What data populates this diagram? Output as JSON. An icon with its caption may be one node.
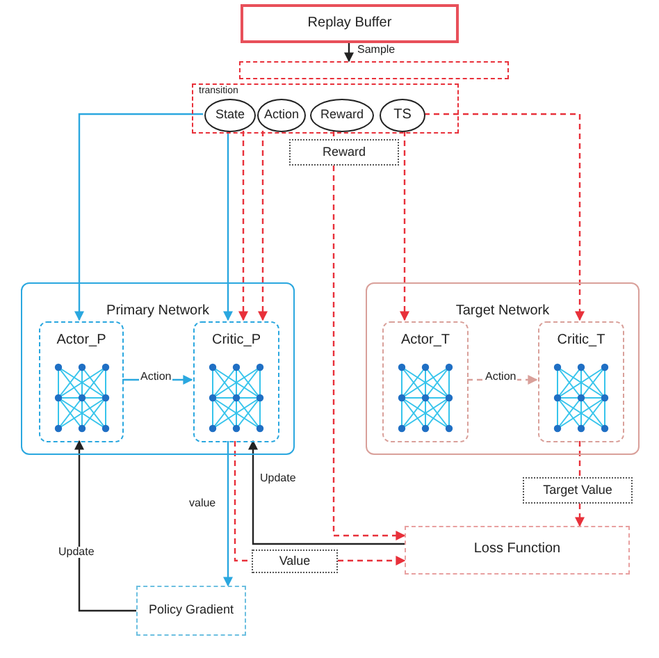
{
  "diagram": {
    "nodes": [
      {
        "text": [
          "Replay Buffer"
        ]
      },
      {
        "text": [],
        "shape": "box"
      },
      {
        "text": [
          "transition"
        ]
      },
      {
        "text": [
          "State"
        ],
        "in": 2
      },
      {
        "text": [
          "Action"
        ],
        "in": 2
      },
      {
        "text": [
          "Reward"
        ],
        "in": 2
      },
      {
        "text": [
          "TS"
        ],
        "in": 2
      },
      {
        "text": [
          "Reward"
        ]
      },
      {
        "text": [
          "Primary Network"
        ]
      },
      {
        "text": [
          "Actor_P"
        ],
        "in": 8
      },
      {
        "text": [
          "Critic_P"
        ],
        "in": 8
      },
      {
        "text": [
          "Target Network"
        ]
      },
      {
        "text": [
          "Actor_T"
        ],
        "in": 11
      },
      {
        "text": [
          "Critic_T"
        ],
        "in": 11
      },
      {
        "text": [
          "Target Value"
        ]
      },
      {
        "text": [
          "Value"
        ]
      },
      {
        "text": [
          "Loss Function"
        ]
      },
      {
        "text": [
          "Policy Gradient"
        ]
      }
    ],
    "edges": [
      {
        "from": 0,
        "to": 1,
        "arrow": "to",
        "label": "Sample",
        "color": "#222222"
      },
      {
        "from": 3,
        "to": 9,
        "arrow": "to",
        "color": "#2aa7df"
      },
      {
        "from": 3,
        "to": 10,
        "arrow": "to",
        "color": "#2aa7df"
      },
      {
        "from": 3,
        "to": 10,
        "arrow": "to",
        "style": "dashed"
      },
      {
        "from": 4,
        "to": 10,
        "arrow": "to",
        "style": "dashed"
      },
      {
        "from": 5,
        "to": 7,
        "arrow": "none",
        "style": "dashed"
      },
      {
        "from": 7,
        "to": 16,
        "arrow": "to",
        "style": "dashed"
      },
      {
        "from": 6,
        "to": 12,
        "arrow": "to",
        "style": "dashed"
      },
      {
        "from": 6,
        "to": 13,
        "arrow": "to",
        "style": "dashed"
      },
      {
        "from": 9,
        "to": 10,
        "arrow": "to",
        "label": "Action",
        "color": "#2aa7df"
      },
      {
        "from": 12,
        "to": 13,
        "arrow": "to",
        "label": "Action",
        "style": "dashed",
        "color": "#d9a09a"
      },
      {
        "from": 10,
        "to": 17,
        "arrow": "to",
        "label": "value",
        "color": "#2aa7df"
      },
      {
        "from": 10,
        "to": 15,
        "arrow": "none",
        "style": "dashed"
      },
      {
        "from": 15,
        "to": 16,
        "arrow": "to",
        "style": "dashed"
      },
      {
        "from": 16,
        "to": 10,
        "arrow": "to",
        "label": "Update",
        "color": "#222222"
      },
      {
        "from": 17,
        "to": 9,
        "arrow": "to",
        "label": "Update",
        "color": "#222222"
      },
      {
        "from": 13,
        "to": 14,
        "arrow": "none",
        "style": "dashed"
      },
      {
        "from": 14,
        "to": 16,
        "arrow": "to",
        "style": "dashed"
      }
    ]
  }
}
